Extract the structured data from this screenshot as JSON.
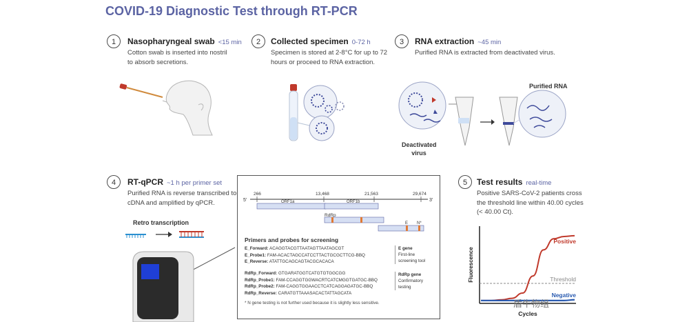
{
  "title": "COVID-19 Diagnostic Test through RT-PCR",
  "colors": {
    "accent": "#5b63a3",
    "positive": "#c0392b",
    "negative": "#2a5bb0",
    "threshold": "#888888",
    "orange": "#e07a35"
  },
  "steps": [
    {
      "num": "1",
      "title": "Nasopharyngeal swab",
      "time": "<15 min",
      "desc": "Cotton swab is inserted into nostril to absorb secretions."
    },
    {
      "num": "2",
      "title": "Collected specimen",
      "time": "0-72 h",
      "desc": "Specimen is stored at 2-8°C for up to 72 hours or proceed to RNA extraction."
    },
    {
      "num": "3",
      "title": "RNA extraction",
      "time": "~45 min",
      "desc": "Purified RNA is extracted from deactivated virus."
    },
    {
      "num": "4",
      "title": "RT-qPCR",
      "time": "~1 h per primer set",
      "desc": "Purified RNA is reverse transcribed to cDNA and amplified by qPCR."
    },
    {
      "num": "5",
      "title": "Test results",
      "time": "real-time",
      "desc": "Positive SARS-CoV-2 patients cross the threshold line within 40.00 cycles (< 40.00 Ct)."
    }
  ],
  "rna_labels": {
    "deactivated": "Deactivated virus",
    "purified": "Purified RNA"
  },
  "retro_label": "Retro transcription",
  "genome": {
    "five": "5'",
    "three": "3'",
    "positions": [
      "266",
      "13,468",
      "21,563",
      "29,674"
    ],
    "orf1a": "ORF1a",
    "orf1b": "ORF1b",
    "rdrp": "RdRp",
    "e": "E",
    "n": "N*"
  },
  "primers": {
    "heading": "Primers and probes for screening",
    "e_rows": [
      {
        "name": "E_Forward:",
        "seq": "ACAGGTACGTTAATAGTTAATAGCGT"
      },
      {
        "name": "E_Probe1:",
        "seq": "FAM-ACACTAGCCATCCTTACTGCGCTTCG-BBQ"
      },
      {
        "name": "E_Reverse:",
        "seq": "ATATTGCAGCAGTACGCACACA"
      }
    ],
    "e_gene": {
      "title": "E gene",
      "line1": "First-line",
      "line2": "screening tool"
    },
    "rdrp_rows": [
      {
        "name": "RdRp_Forward:",
        "seq": "GTGARATGGTCATGTGTGGCGG"
      },
      {
        "name": "RdRp_Probe1:",
        "seq": "FAM-CCAGGTGGWACRTCATCMGGTGATGC-BBQ"
      },
      {
        "name": "RdRp_Probe2:",
        "seq": "FAM-CAGGTGGAACCTCATCAGGAGATGC-BBQ"
      },
      {
        "name": "RdRp_Reverse:",
        "seq": "CARATGTTAAASACACTATTAGCATA"
      }
    ],
    "rdrp_gene": {
      "title": "RdRp gene",
      "line1": "Confirmatory",
      "line2": "testing"
    },
    "footnote": "* N gene testing is not further used because it is slightly less sensitive."
  },
  "chart_data": {
    "type": "line",
    "xlabel": "Cycles",
    "ylabel": "Fluorescence",
    "series": [
      {
        "name": "Positive",
        "color": "#c0392b",
        "values": [
          0.02,
          0.02,
          0.03,
          0.05,
          0.12,
          0.35,
          0.7,
          0.85,
          0.88,
          0.89
        ]
      },
      {
        "name": "Negative",
        "color": "#2a5bb0",
        "values": [
          0.02,
          0.02,
          0.02,
          0.02,
          0.02,
          0.02,
          0.02,
          0.02,
          0.02,
          0.03
        ]
      }
    ],
    "threshold": {
      "name": "Threshold",
      "value": 0.25
    }
  },
  "watermark": "盾牛物组"
}
